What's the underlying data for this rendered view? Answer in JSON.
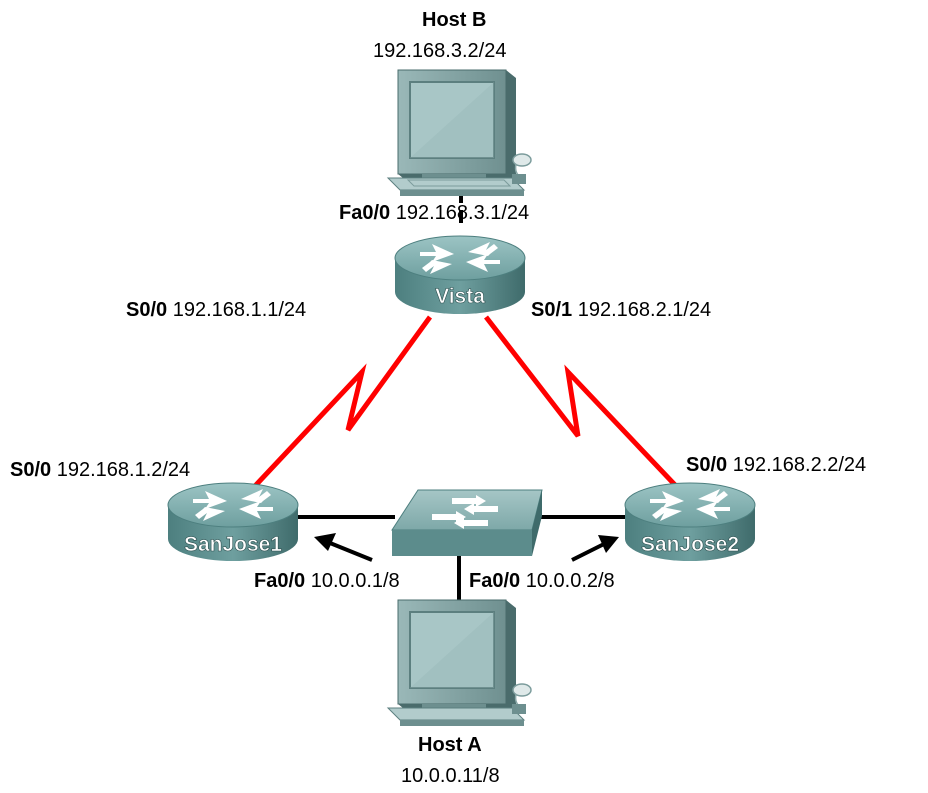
{
  "host_b": {
    "name": "Host B",
    "ip": "192.168.3.2/24"
  },
  "host_a": {
    "name": "Host A",
    "ip": "10.0.0.11/8"
  },
  "vista": {
    "name": "Vista",
    "fa0_0": {
      "iface": "Fa0/0",
      "ip": "192.168.3.1/24"
    },
    "s0_0": {
      "iface": "S0/0",
      "ip": "192.168.1.1/24"
    },
    "s0_1": {
      "iface": "S0/1",
      "ip": "192.168.2.1/24"
    }
  },
  "sanjose1": {
    "name": "SanJose1",
    "s0_0": {
      "iface": "S0/0",
      "ip": "192.168.1.2/24"
    },
    "fa0_0": {
      "iface": "Fa0/0",
      "ip": "10.0.0.1/8"
    }
  },
  "sanjose2": {
    "name": "SanJose2",
    "s0_0": {
      "iface": "S0/0",
      "ip": "192.168.2.2/24"
    },
    "fa0_0": {
      "iface": "Fa0/0",
      "ip": "10.0.0.2/8"
    }
  },
  "colors": {
    "serial_link": "#ff0000",
    "ethernet_link": "#000000",
    "router_body": "#5f9090",
    "router_top": "#7fb0b0",
    "pc_body": "#8aa8a8",
    "pc_screen": "#a8c6c6"
  }
}
